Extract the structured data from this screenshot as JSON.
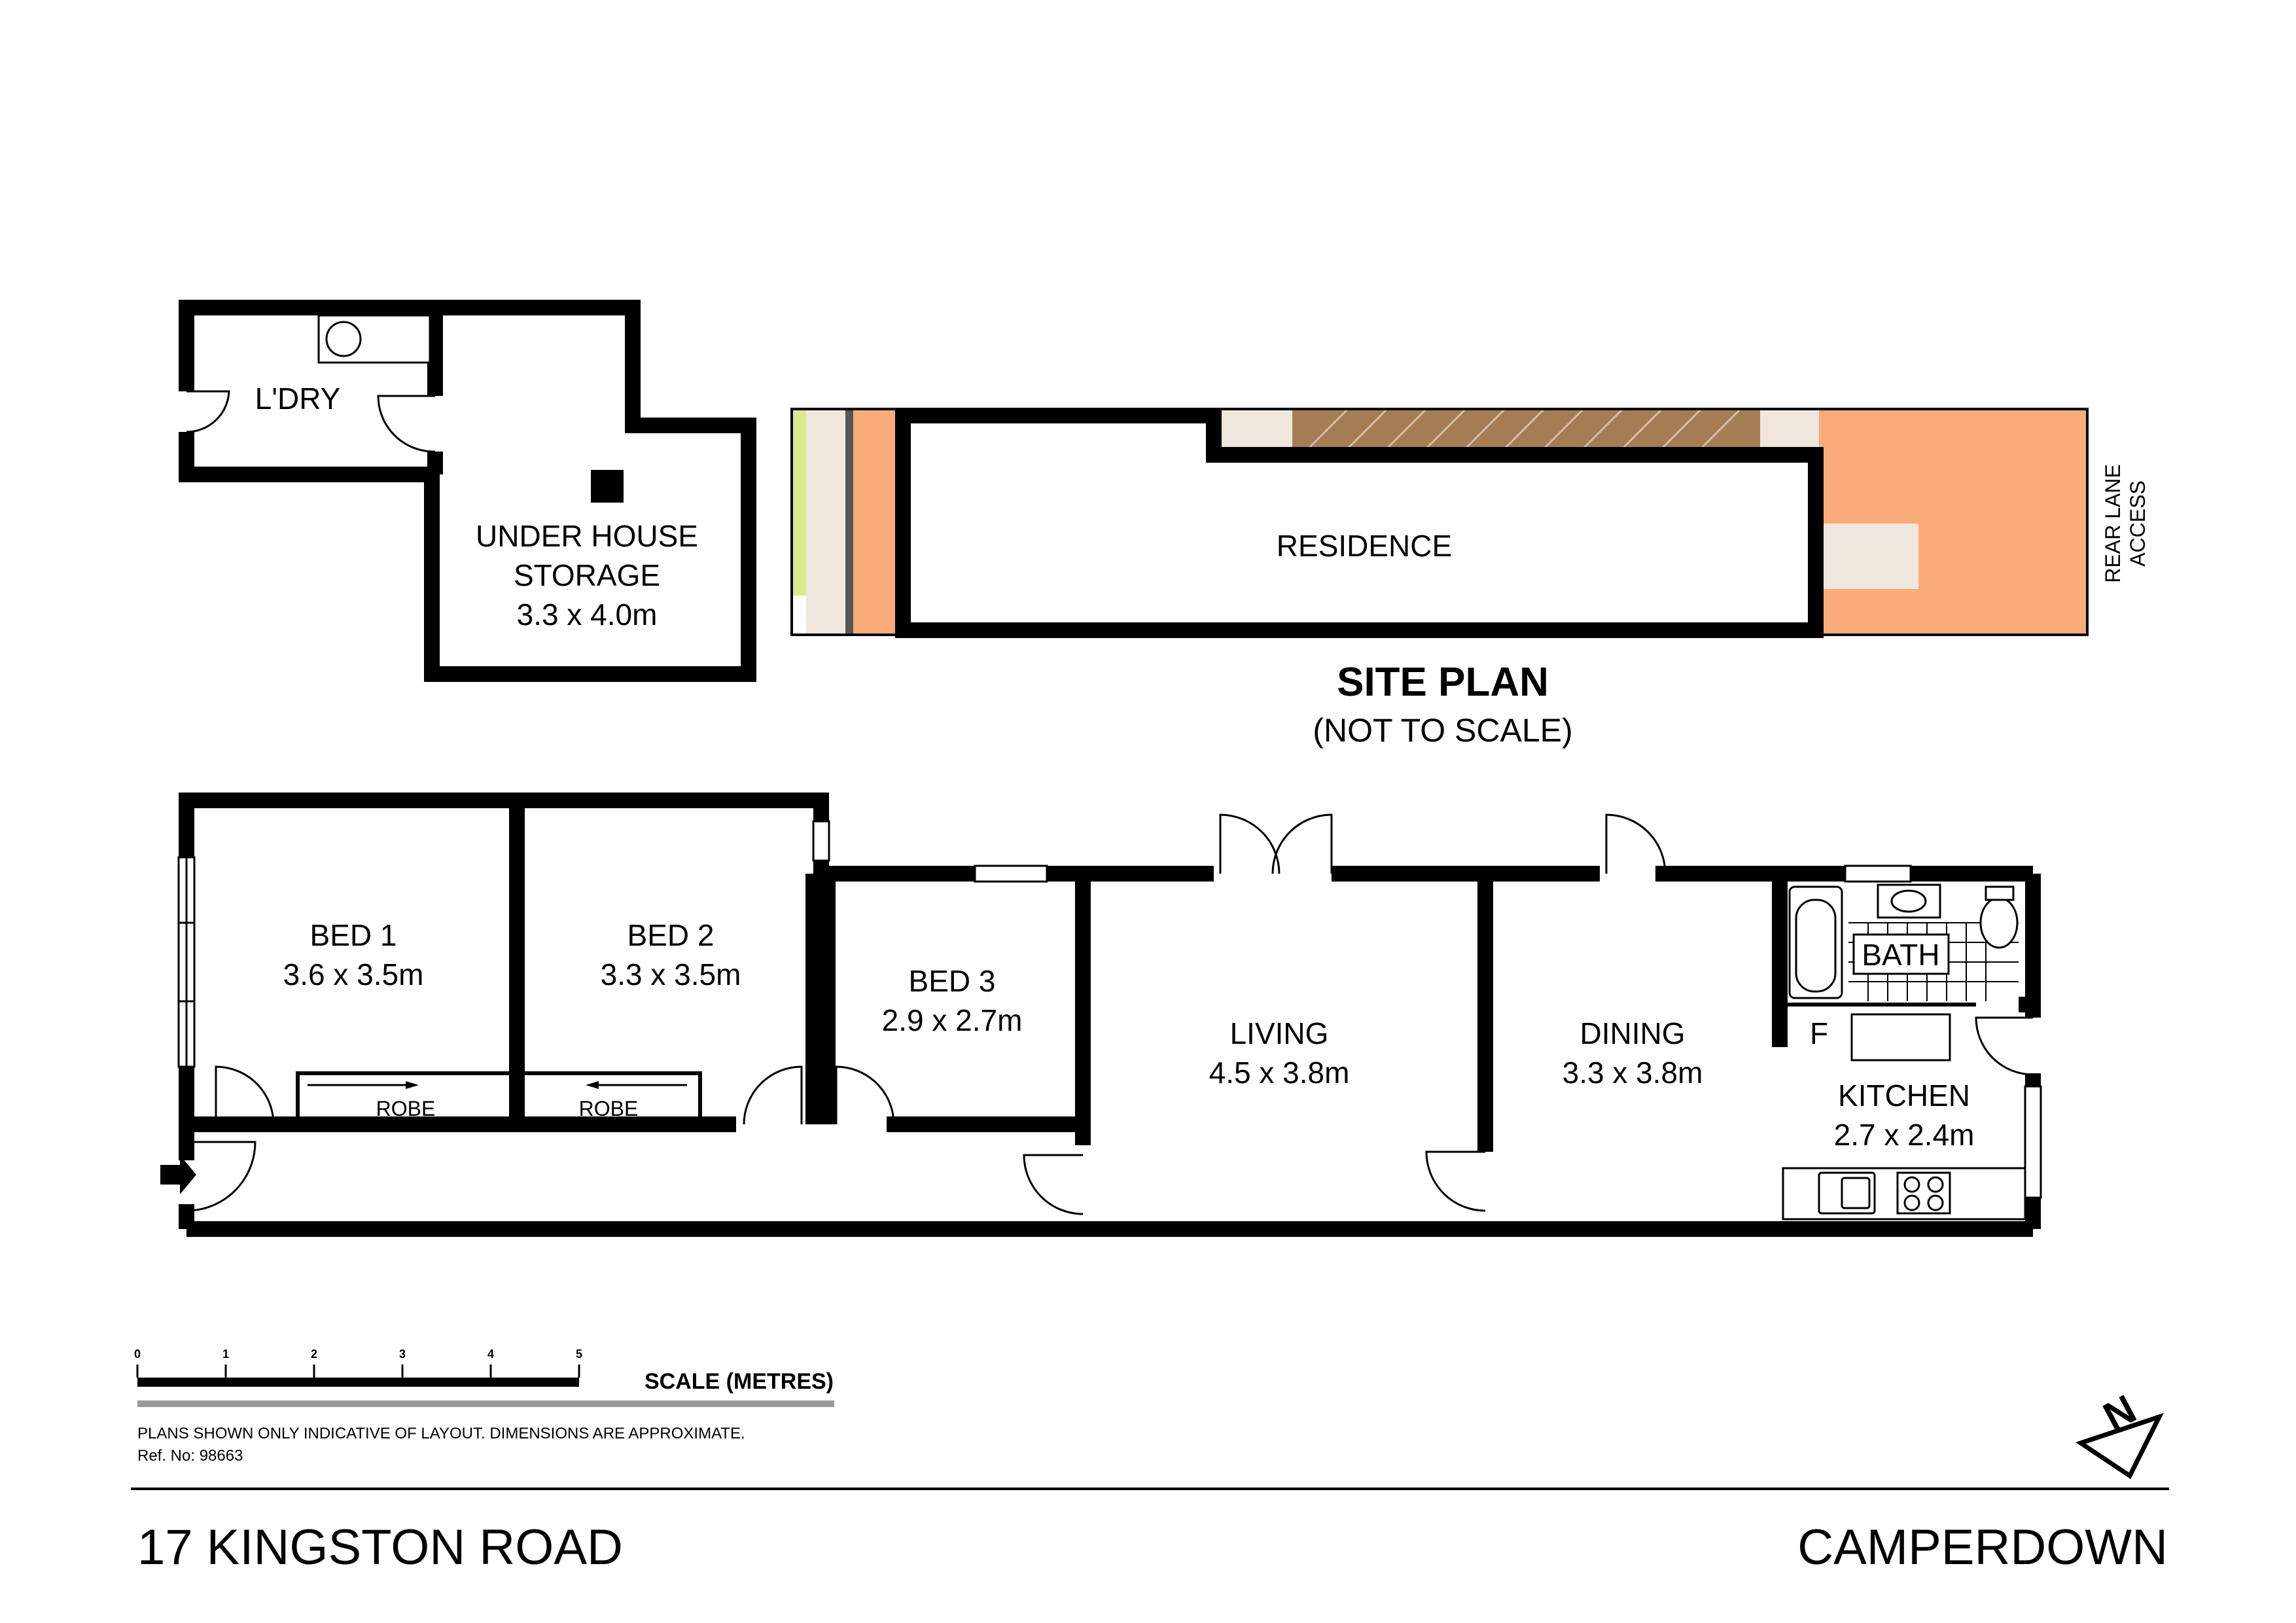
{
  "address": "17 KINGSTON ROAD",
  "suburb": "CAMPERDOWN",
  "site_plan": {
    "title": "SITE PLAN",
    "subtitle": "(NOT TO SCALE)",
    "residence_label": "RESIDENCE",
    "access_line1": "REAR LANE",
    "access_line2": "ACCESS",
    "colors": {
      "yard": "#f9ab79",
      "deck_hatch": "#a57d55",
      "paving": "#efe6dd",
      "garden": "#dce98a"
    }
  },
  "lower_level": {
    "laundry": "L'DRY",
    "storage_line1": "UNDER HOUSE",
    "storage_line2": "STORAGE",
    "storage_size": "3.3 x 4.0m"
  },
  "rooms": {
    "bed1": {
      "name": "BED 1",
      "size": "3.6 x 3.5m"
    },
    "bed2": {
      "name": "BED 2",
      "size": "3.3 x 3.5m"
    },
    "bed3": {
      "name": "BED 3",
      "size": "2.9 x 2.7m"
    },
    "living": {
      "name": "LIVING",
      "size": "4.5 x 3.8m"
    },
    "dining": {
      "name": "DINING",
      "size": "3.3 x 3.8m"
    },
    "kitchen": {
      "name": "KITCHEN",
      "size": "2.7 x 2.4m"
    },
    "bath": {
      "name": "BATH"
    },
    "fridge": "F",
    "robe": "ROBE"
  },
  "scale": {
    "ticks": [
      "0",
      "1",
      "2",
      "3",
      "4",
      "5"
    ],
    "label": "SCALE (METRES)"
  },
  "disclaimer": "PLANS SHOWN ONLY INDICATIVE OF LAYOUT.  DIMENSIONS ARE APPROXIMATE.",
  "reference": "Ref. No: 98663",
  "north_label": "N"
}
